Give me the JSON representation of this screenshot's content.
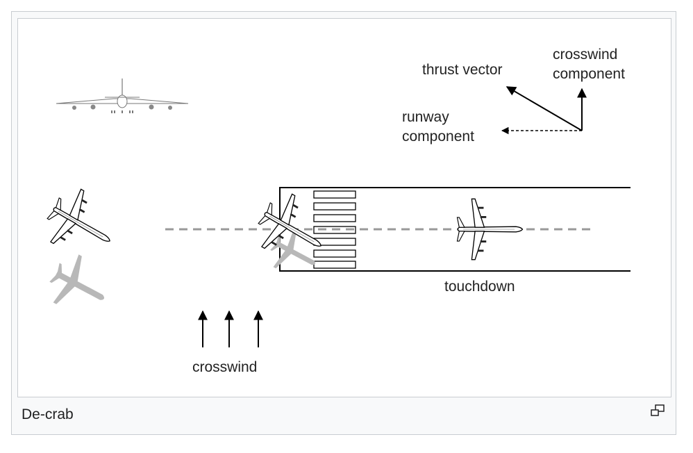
{
  "figure": {
    "labels": {
      "thrust_vector": "thrust vector",
      "crosswind_component_1": "crosswind",
      "crosswind_component_2": "component",
      "runway_component_1": "runway",
      "runway_component_2": "component",
      "touchdown": "touchdown",
      "crosswind": "crosswind"
    },
    "colors": {
      "line": "#000000",
      "centerline": "#999999",
      "shadow": "#b8b8b8",
      "runway_fill": "#ffffff"
    }
  },
  "caption": "De-crab",
  "icons": {
    "magnify": "magnify-icon"
  }
}
